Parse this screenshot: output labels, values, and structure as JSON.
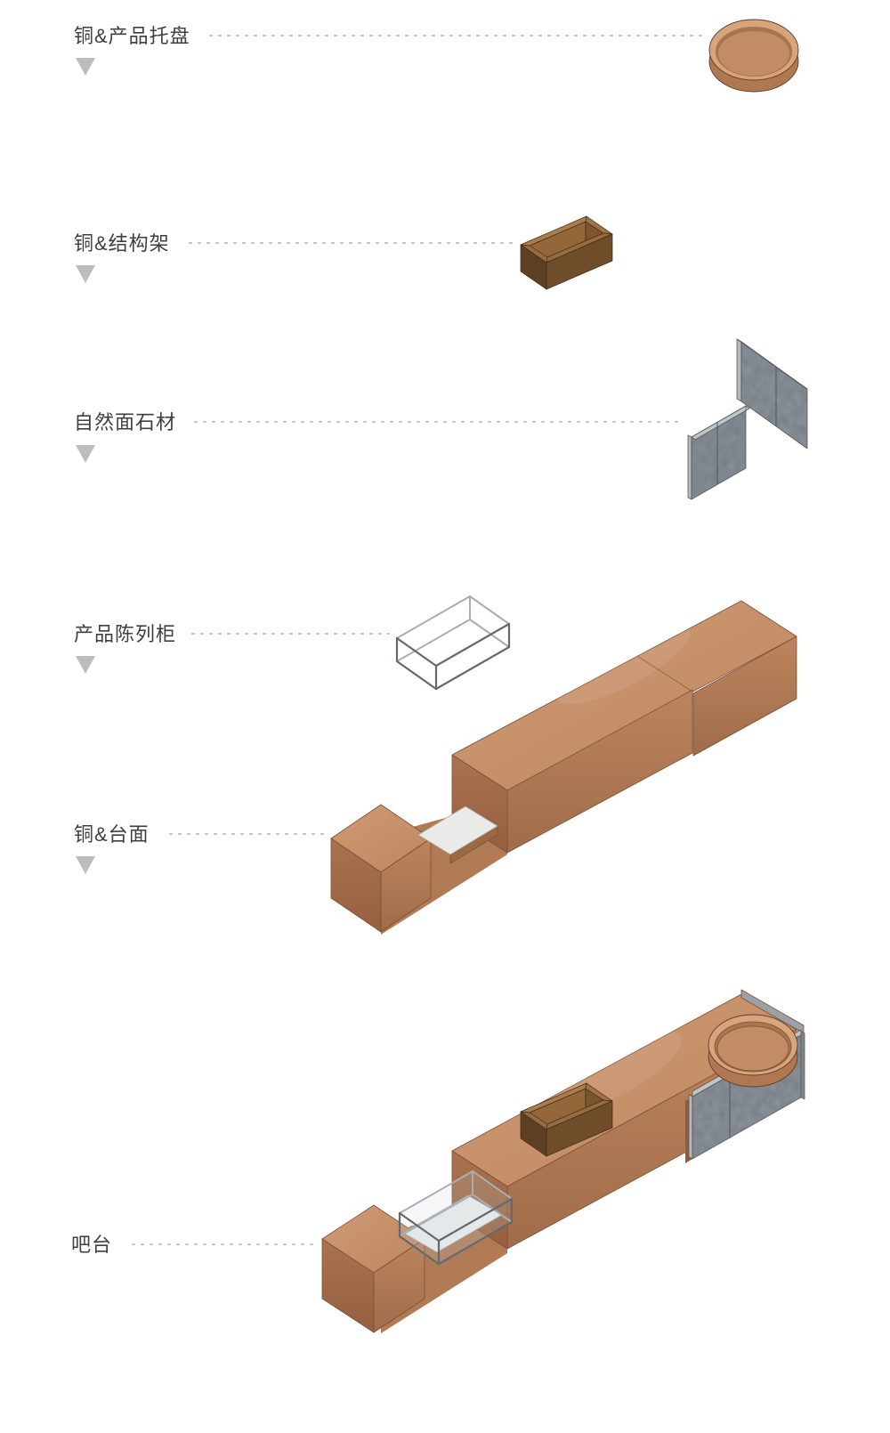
{
  "diagram": {
    "kind": "exploded-axonometric-material-diagram",
    "subject": "bar counter component breakdown"
  },
  "items": [
    {
      "label": "铜&产品托盘",
      "name": "copper-product-tray"
    },
    {
      "label": "铜&结构架",
      "name": "copper-structural-frame"
    },
    {
      "label": "自然面石材",
      "name": "natural-face-stone"
    },
    {
      "label": "产品陈列柜",
      "name": "product-display-cabinet"
    },
    {
      "label": "铜&台面",
      "name": "copper-countertop"
    },
    {
      "label": "吧台",
      "name": "bar-counter"
    }
  ],
  "colors": {
    "background": "#ffffff",
    "label_text": "#3f3f3f",
    "leader_line": "#b5b5b5",
    "marker_triangle": "#bdbdbd",
    "copper_top": "#c8926b",
    "copper_front": "#b37d59",
    "copper_side": "#9c6945",
    "copper_dark": "#6e4b28",
    "stone_gray": "#8d9399",
    "glass_frame": "#6d7276",
    "platform_white": "#eaeae8",
    "tray_rim": "#d7a47c"
  }
}
